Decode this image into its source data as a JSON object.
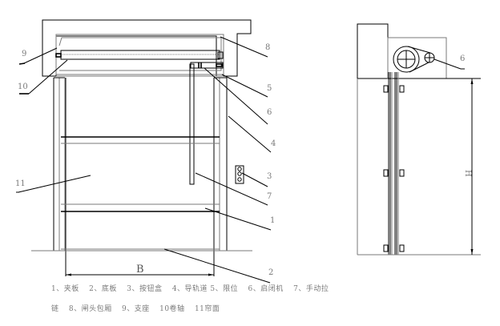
{
  "front_view": {
    "callouts": [
      {
        "id": "9",
        "text": "9"
      },
      {
        "id": "10",
        "text": "10"
      },
      {
        "id": "11",
        "text": "11"
      },
      {
        "id": "8",
        "text": "8"
      },
      {
        "id": "5",
        "text": "5"
      },
      {
        "id": "6",
        "text": "6"
      },
      {
        "id": "4",
        "text": "4"
      },
      {
        "id": "3",
        "text": "3"
      },
      {
        "id": "7",
        "text": "7"
      },
      {
        "id": "1",
        "text": "1"
      },
      {
        "id": "2",
        "text": "2"
      }
    ],
    "dimension_width": "B"
  },
  "side_view": {
    "callouts": [
      {
        "id": "6",
        "text": "6"
      }
    ],
    "dimension_height": "H"
  },
  "legend": {
    "line1": [
      "1、夹板",
      "2、底板",
      "3、按钮盒",
      "4、导轨道 5、限位",
      "6、启闭机",
      "7、手动拉"
    ],
    "line2": [
      "链",
      "8、闸头包厢",
      "9、支座",
      "10卷轴",
      "11帘面"
    ]
  },
  "colors": {
    "line": "#000000",
    "label": "#7a7a7a",
    "background": "#ffffff"
  }
}
